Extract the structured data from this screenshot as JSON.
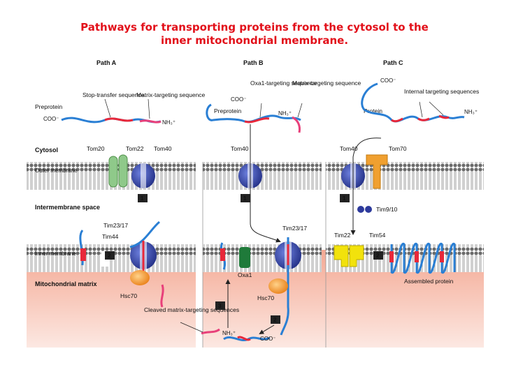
{
  "title": {
    "line1": "Pathways for transporting proteins from the cytosol to the",
    "line2": "inner mitochondrial membrane."
  },
  "paths": {
    "a": "Path A",
    "b": "Path B",
    "c": "Path C"
  },
  "regions": {
    "cytosol": "Cytosol",
    "outer_membrane": "Outer membrane",
    "intermembrane_space": "Intermembrane space",
    "inner_membrane": "Inner membrane",
    "mitochondrial_matrix": "Mitochondrial matrix"
  },
  "labels": {
    "preprotein": "Preprotein",
    "protein": "Protein",
    "coo": "COO⁻",
    "nh3": "NH₃⁺",
    "stop_transfer": "Stop-transfer sequence",
    "matrix_targeting": "Matrix-targeting sequence",
    "oxa1_targeting": "Oxa1-targeting sequence",
    "internal_targeting": "Internal targeting sequences",
    "tom20": "Tom20",
    "tom22": "Tom22",
    "tom40": "Tom40",
    "tom70": "Tom70",
    "tim23_17": "Tim23/17",
    "tim44": "Tim44",
    "hsc70": "Hsc70",
    "oxa1": "Oxa1",
    "tim9_10": "Tim9/10",
    "tim22": "Tim22",
    "tim54": "Tim54",
    "cleaved": "Cleaved matrix-targeting sequences",
    "assembled": "Assembled protein"
  },
  "steps": {
    "s1": "1",
    "s2": "2",
    "s3": "3"
  },
  "colors": {
    "title": "#e2101a",
    "chain_blue": "#2a7fd4",
    "signal_red": "#e8283a",
    "matrix_pink": "#e8407a",
    "tom_blue": "#2d3a9c",
    "tom20_green": "#8fc98a",
    "tom70_orange": "#f0a030",
    "tim22_yellow": "#f2e20c",
    "oxa1_green": "#1f7a3a",
    "matrix_bg": "#f6c1b4"
  }
}
